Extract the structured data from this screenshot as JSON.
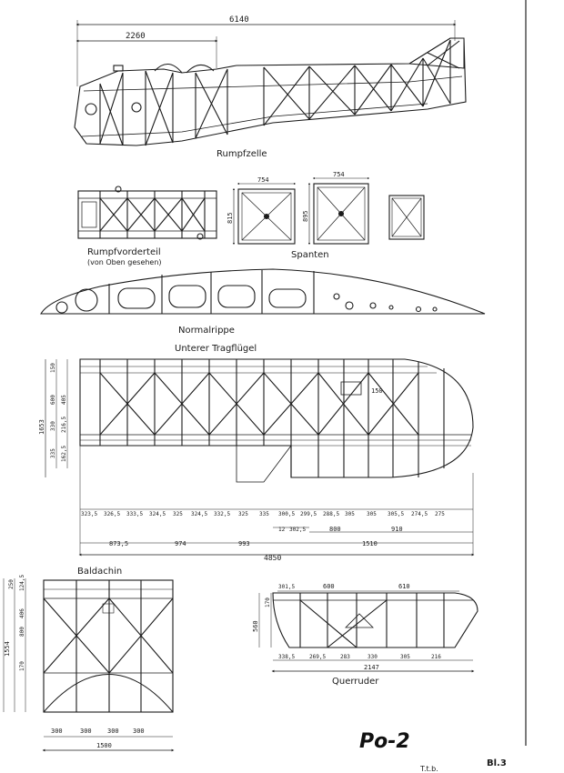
{
  "labels": {
    "rumpfzelle": "Rumpfzelle",
    "rumpfvorderteil": "Rumpfvorderteil",
    "rumpfvorderteil_sub": "(von Oben gesehen)",
    "spanten": "Spanten",
    "normalrippe": "Normalrippe",
    "unterer_tragfluegel": "Unterer Tragflügel",
    "baldachin": "Baldachin",
    "querruder": "Querruder",
    "title": "Po-2",
    "sheet": "Bl.3",
    "footer_scribble": "T.t.b."
  },
  "dims": {
    "fuselage_total": "6140",
    "fuselage_front": "2260",
    "frame1_w": "754",
    "frame1_h": "815",
    "frame2_w": "754",
    "frame2_h": "895",
    "wing_150": "150",
    "wing_left": [
      "150",
      "600",
      "405",
      "330",
      "216,5",
      "335",
      "162,5"
    ],
    "wing_left_total": "1653",
    "wing_bays": [
      "323,5",
      "326,5",
      "333,5",
      "324,5",
      "325",
      "324,5",
      "332,5",
      "325",
      "335",
      "300,5",
      "299,5",
      "288,5",
      "305",
      "305",
      "305,5",
      "274,5",
      "275"
    ],
    "wing_12": "12",
    "wing_302": "302,5",
    "wing_800": "800",
    "wing_910": "910",
    "wing_873": "873,5",
    "wing_974": "974",
    "wing_993": "993",
    "wing_1510": "1510",
    "wing_total": "4850",
    "bald_left": [
      "250",
      "124,5",
      "406",
      "800",
      "170"
    ],
    "bald_total": "1554",
    "bald_bays": [
      "300",
      "300",
      "300",
      "300"
    ],
    "bald_width": "1500",
    "q_top1": "301,5",
    "q_top2": "600",
    "q_top3": "610",
    "q_left1": "170",
    "q_left2": "560",
    "q_bays": [
      "338,5",
      "269,5",
      "283",
      "330",
      "305",
      "216"
    ],
    "q_total": "2147"
  }
}
